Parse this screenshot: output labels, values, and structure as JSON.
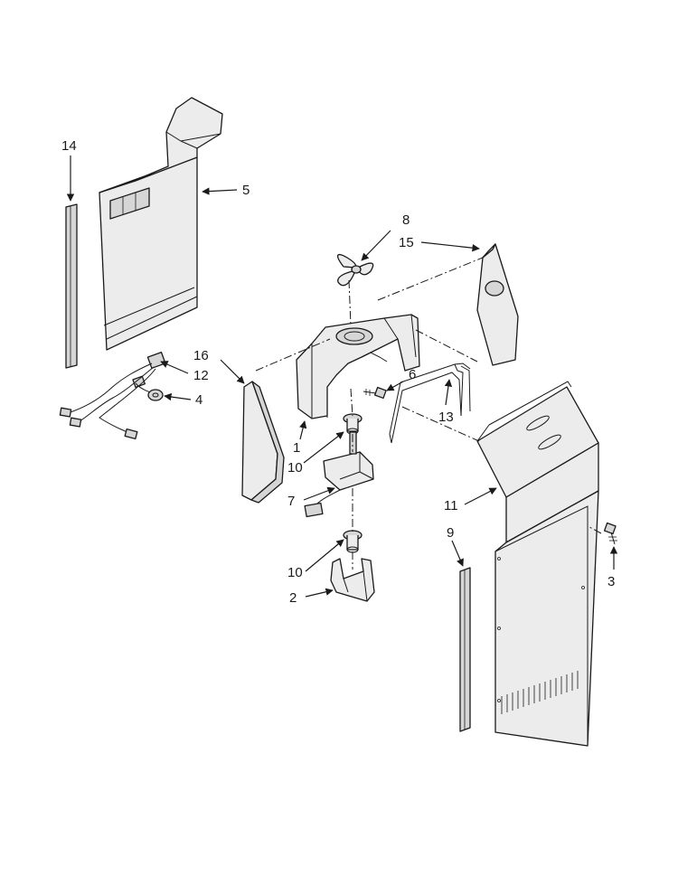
{
  "callouts": [
    {
      "id": "c14",
      "label": "14"
    },
    {
      "id": "c5",
      "label": "5"
    },
    {
      "id": "c8",
      "label": "8"
    },
    {
      "id": "c15",
      "label": "15"
    },
    {
      "id": "c16",
      "label": "16"
    },
    {
      "id": "c12",
      "label": "12"
    },
    {
      "id": "c4",
      "label": "4"
    },
    {
      "id": "c6",
      "label": "6"
    },
    {
      "id": "c13",
      "label": "13"
    },
    {
      "id": "c1",
      "label": "1"
    },
    {
      "id": "c10a",
      "label": "10"
    },
    {
      "id": "c7",
      "label": "7"
    },
    {
      "id": "c11",
      "label": "11"
    },
    {
      "id": "c9",
      "label": "9"
    },
    {
      "id": "c3",
      "label": "3"
    },
    {
      "id": "c10b",
      "label": "10"
    },
    {
      "id": "c2",
      "label": "2"
    }
  ]
}
